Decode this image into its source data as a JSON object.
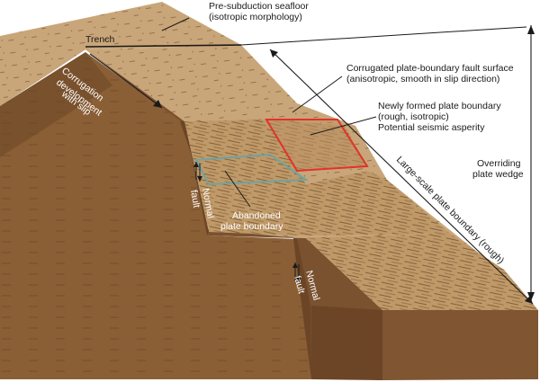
{
  "labels": {
    "pre_subduction_l1": "Pre-subduction seafloor",
    "pre_subduction_l2": "(isotropic morphology)",
    "trench": "Trench",
    "corrugation_l1": "Corrugation",
    "corrugation_l2": "development",
    "corrugation_l3": "with slip",
    "corrugated_l1": "Corrugated plate-boundary fault surface",
    "corrugated_l2": "(anisotropic, smooth in slip direction)",
    "newly_l1": "Newly formed plate boundary",
    "newly_l2": "(rough, isotropic)",
    "newly_l3": "Potential seismic asperity",
    "overriding_l1": "Overriding",
    "overriding_l2": "plate wedge",
    "large_scale": "Large-scale plate boundary (rough)",
    "abandoned_l1": "Abandoned",
    "abandoned_l2": "plate boundary",
    "normal_fault_1a": "Normal",
    "normal_fault_1b": "fault",
    "normal_fault_2a": "Normal",
    "normal_fault_2b": "fault"
  },
  "colors": {
    "top_surface": "#c9a679",
    "front_face": "#8a5f36",
    "dark_face": "#6b4526",
    "asperity_outline": "#e0332b",
    "abandoned_outline": "#6fa3a0"
  }
}
